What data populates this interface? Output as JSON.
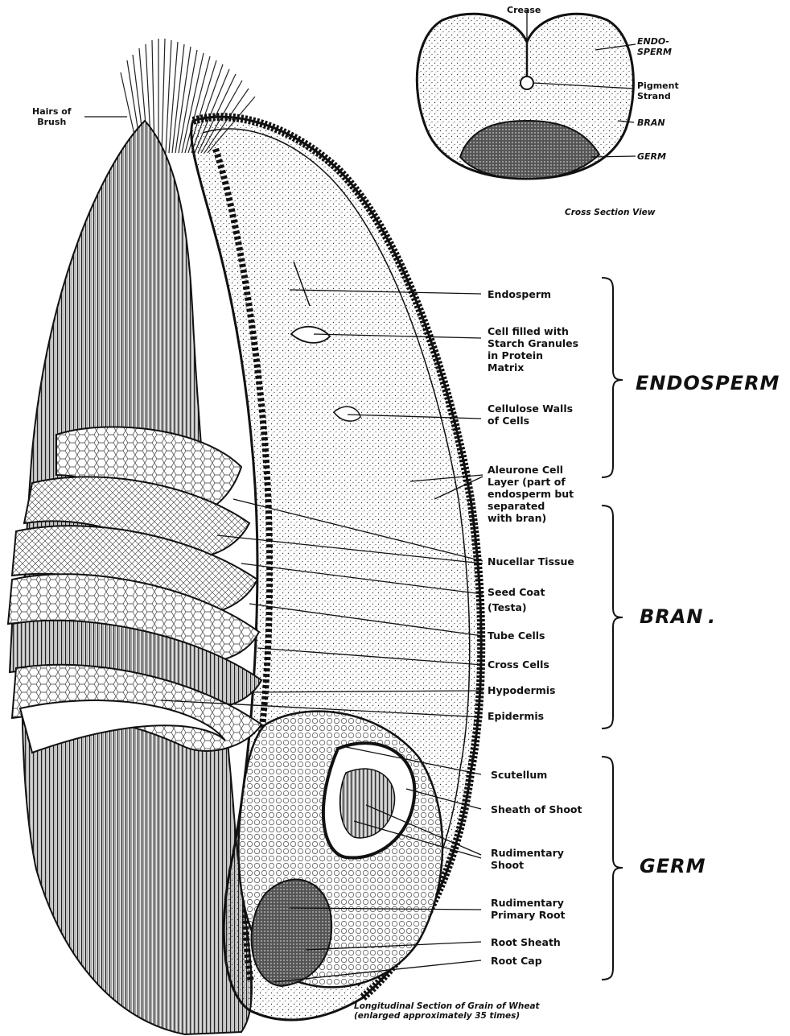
{
  "cross_section": {
    "crease": "Crease",
    "endosperm": "ENDO-\nSPERM",
    "pigment_strand": "Pigment\nStrand",
    "bran": "BRAN",
    "germ": "GERM",
    "caption": "Cross Section View"
  },
  "left_label": {
    "hairs_of_brush": "Hairs of\nBrush"
  },
  "labels": {
    "endosperm": "Endosperm",
    "cell_filled": "Cell filled with\nStarch Granules\nin Protein\nMatrix",
    "cellulose_walls": "Cellulose Walls\nof Cells",
    "aleurone": "Aleurone Cell\nLayer (part of\nendosperm but\nseparated\nwith bran)",
    "nucellar": "Nucellar Tissue",
    "seed_coat": "Seed Coat\n(Testa)",
    "tube_cells": "Tube Cells",
    "cross_cells": "Cross Cells",
    "hypodermis": "Hypodermis",
    "epidermis": "Epidermis",
    "scutellum": "Scutellum",
    "sheath_of_shoot": "Sheath of Shoot",
    "rudimentary_shoot": "Rudimentary\nShoot",
    "rudimentary_root": "Rudimentary\nPrimary Root",
    "root_sheath": "Root Sheath",
    "root_cap": "Root Cap"
  },
  "groups": {
    "endosperm": "ENDOSPERM",
    "bran": "BRAN",
    "germ": "GERM"
  },
  "caption": "Longitudinal Section of Grain of Wheat\n(enlarged approximately 35 times)"
}
